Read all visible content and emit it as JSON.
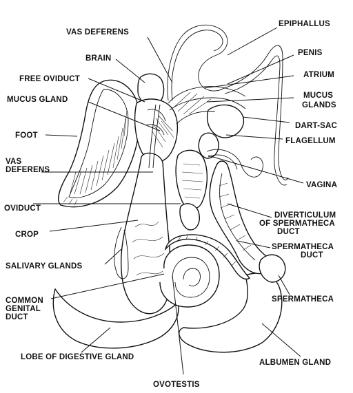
{
  "labels": {
    "vas_deferens_top": "VAS DEFERENS",
    "epiphallus": "EPIPHALLUS",
    "brain": "BRAIN",
    "penis": "PENIS",
    "free_oviduct": "FREE OVIDUCT",
    "atrium": "ATRIUM",
    "mucus_gland": "MUCUS GLAND",
    "mucus_glands_1": "MUCUS",
    "mucus_glands_2": "GLANDS",
    "foot": "FOOT",
    "dart_sac": "DART-SAC",
    "flagellum": "FLAGELLUM",
    "vas_deferens_left_1": "VAS",
    "vas_deferens_left_2": "DEFERENS",
    "vagina": "VAGINA",
    "oviduct": "OVIDUCT",
    "diverticulum_1": "DIVERTICULUM",
    "diverticulum_2": "OF SPERMATHECA",
    "diverticulum_3": "DUCT",
    "crop": "CROP",
    "spermatheca_duct_1": "SPERMATHECA",
    "spermatheca_duct_2": "DUCT",
    "salivary_glands": "SALIVARY GLANDS",
    "common_genital_duct_1": "COMMON",
    "common_genital_duct_2": "GENITAL",
    "common_genital_duct_3": "DUCT",
    "spermatheca": "SPERMATHECA",
    "lobe_of_digestive_gland": "LOBE OF DIGESTIVE GLAND",
    "albumen_gland": "ALBUMEN GLAND",
    "ovotestis": "OVOTESTIS"
  }
}
